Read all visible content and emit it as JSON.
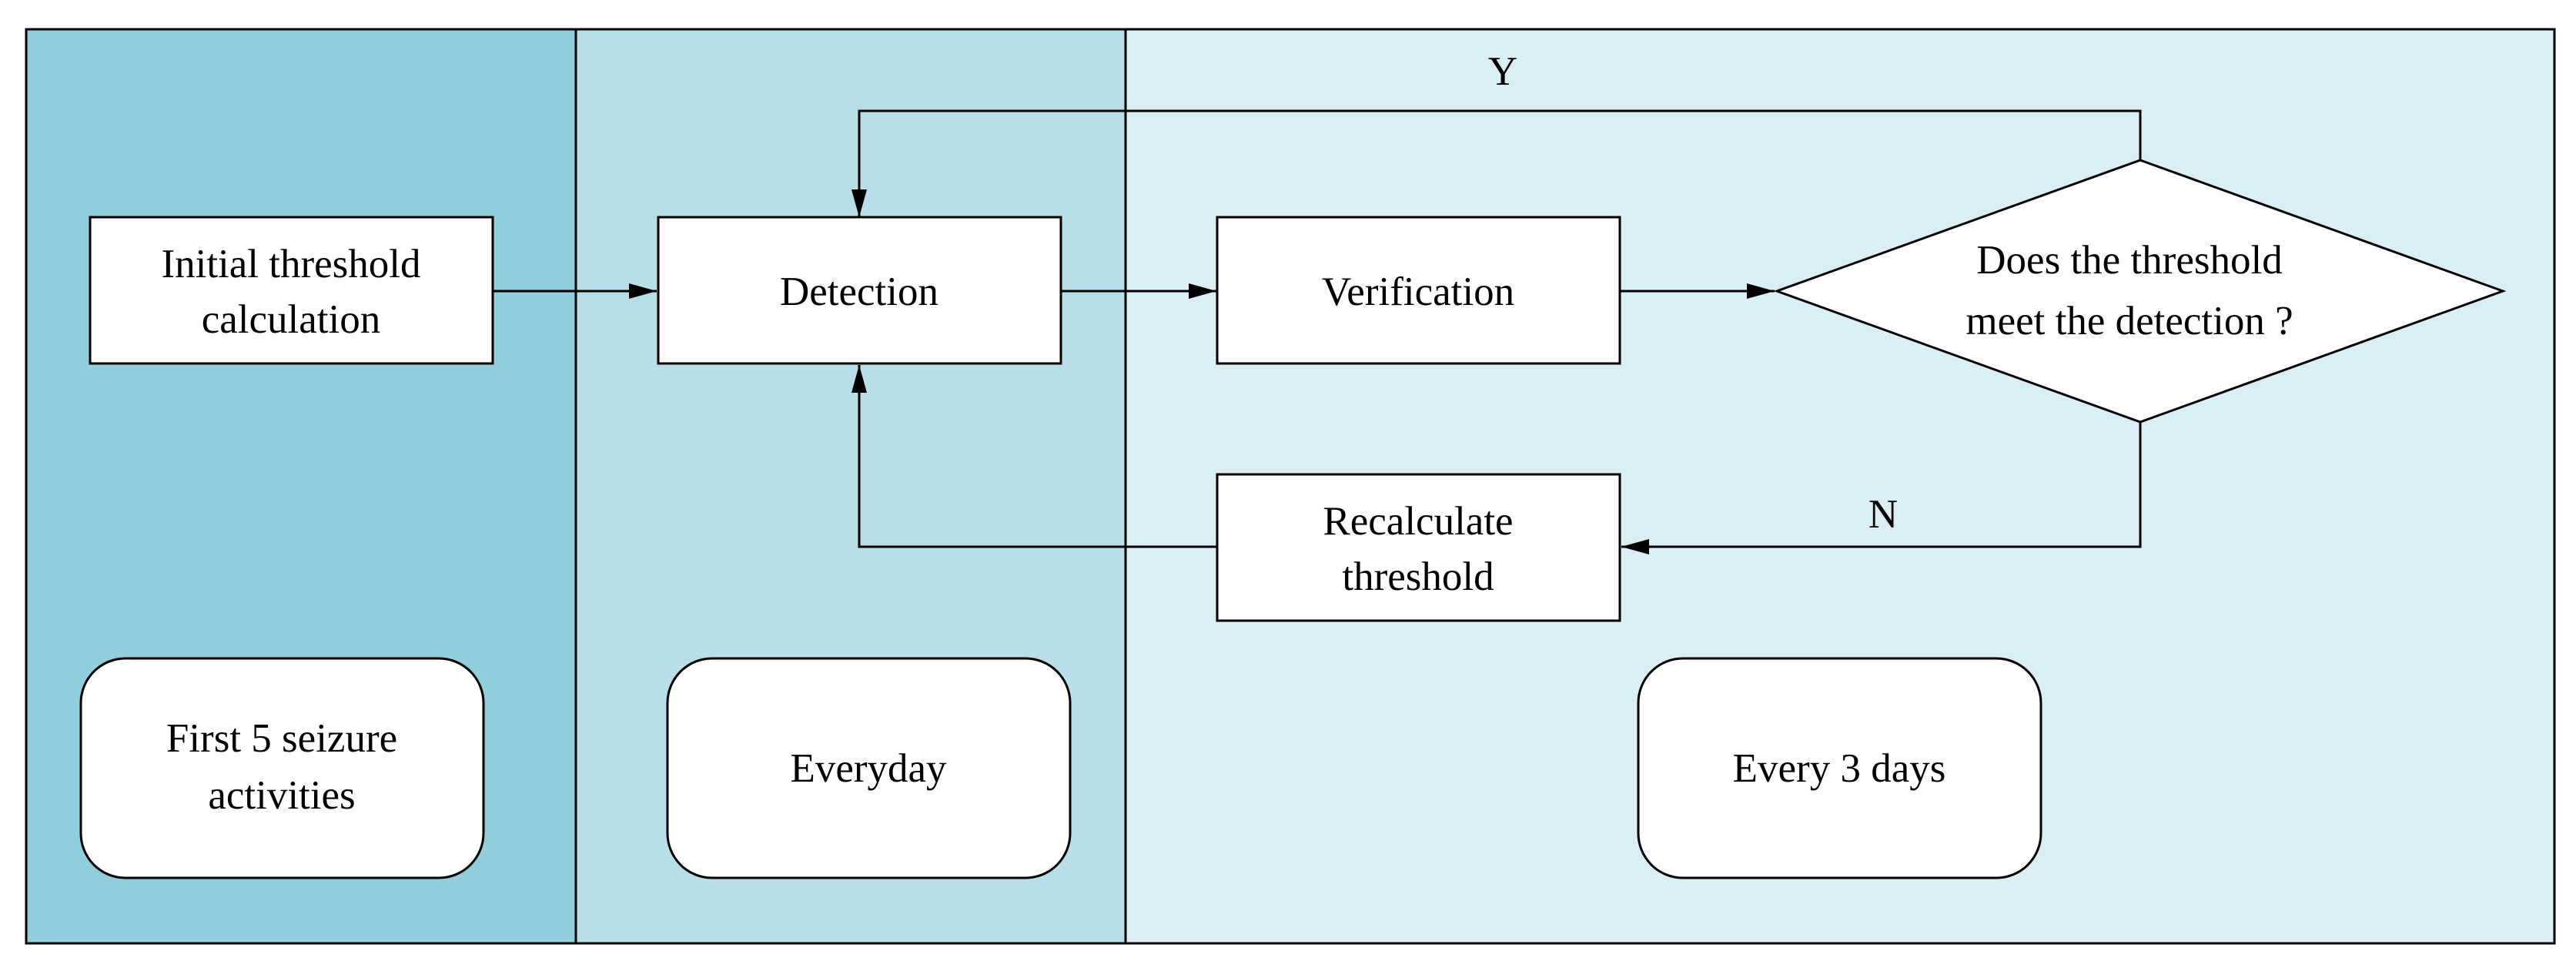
{
  "colors": {
    "lane_1": "#92cddb",
    "lane_2": "#b8dfe8",
    "lane_3": "#daeef4",
    "border": "#000000",
    "box_fill": "#ffffff"
  },
  "nodes": {
    "initial": {
      "line1": "Initial threshold",
      "line2": "calculation"
    },
    "detection": {
      "label": "Detection"
    },
    "verification": {
      "label": "Verification"
    },
    "decision": {
      "line1": "Does the threshold",
      "line2": "meet the detection ?"
    },
    "recalculate": {
      "line1": "Recalculate",
      "line2": "threshold"
    }
  },
  "edges": {
    "yes_label": "Y",
    "no_label": "N"
  },
  "lanes": [
    {
      "line1": "First 5 seizure",
      "line2": "activities"
    },
    {
      "label": "Everyday"
    },
    {
      "label": "Every 3 days"
    }
  ]
}
